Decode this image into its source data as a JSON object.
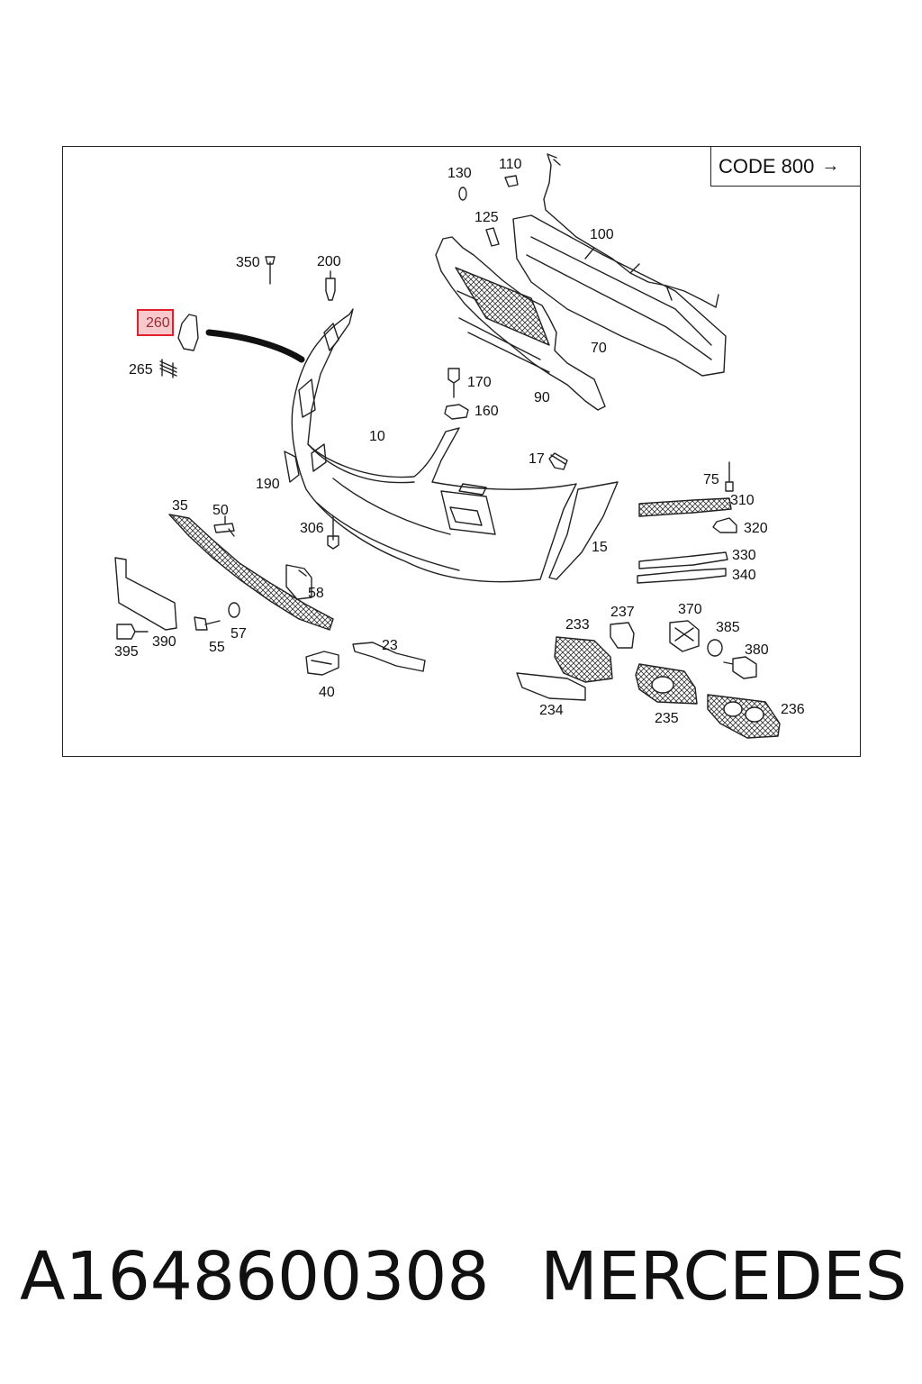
{
  "diagram": {
    "code_label": "CODE 800",
    "code_arrow": "→",
    "highlight_color": "#e0202a",
    "callouts": [
      {
        "id": "c130",
        "text": "130"
      },
      {
        "id": "c110",
        "text": "110"
      },
      {
        "id": "c125",
        "text": "125"
      },
      {
        "id": "c100",
        "text": "100"
      },
      {
        "id": "c350",
        "text": "350"
      },
      {
        "id": "c200",
        "text": "200"
      },
      {
        "id": "c260",
        "text": "260",
        "highlight": true
      },
      {
        "id": "c265",
        "text": "265"
      },
      {
        "id": "c70",
        "text": "70"
      },
      {
        "id": "c170",
        "text": "170"
      },
      {
        "id": "c90",
        "text": "90"
      },
      {
        "id": "c160",
        "text": "160"
      },
      {
        "id": "c10",
        "text": "10"
      },
      {
        "id": "c17",
        "text": "17"
      },
      {
        "id": "c190",
        "text": "190"
      },
      {
        "id": "c75",
        "text": "75"
      },
      {
        "id": "c310",
        "text": "310"
      },
      {
        "id": "c35",
        "text": "35"
      },
      {
        "id": "c50",
        "text": "50"
      },
      {
        "id": "c306",
        "text": "306"
      },
      {
        "id": "c320",
        "text": "320"
      },
      {
        "id": "c15",
        "text": "15"
      },
      {
        "id": "c330",
        "text": "330"
      },
      {
        "id": "c340",
        "text": "340"
      },
      {
        "id": "c58",
        "text": "58"
      },
      {
        "id": "c237",
        "text": "237"
      },
      {
        "id": "c370",
        "text": "370"
      },
      {
        "id": "c233",
        "text": "233"
      },
      {
        "id": "c385",
        "text": "385"
      },
      {
        "id": "c395",
        "text": "395"
      },
      {
        "id": "c390",
        "text": "390"
      },
      {
        "id": "c55",
        "text": "55"
      },
      {
        "id": "c57",
        "text": "57"
      },
      {
        "id": "c23",
        "text": "23"
      },
      {
        "id": "c380",
        "text": "380"
      },
      {
        "id": "c40",
        "text": "40"
      },
      {
        "id": "c234",
        "text": "234"
      },
      {
        "id": "c235",
        "text": "235"
      },
      {
        "id": "c236",
        "text": "236"
      }
    ]
  },
  "footer": {
    "part_number": "A1648600308",
    "brand": "MERCEDES"
  }
}
